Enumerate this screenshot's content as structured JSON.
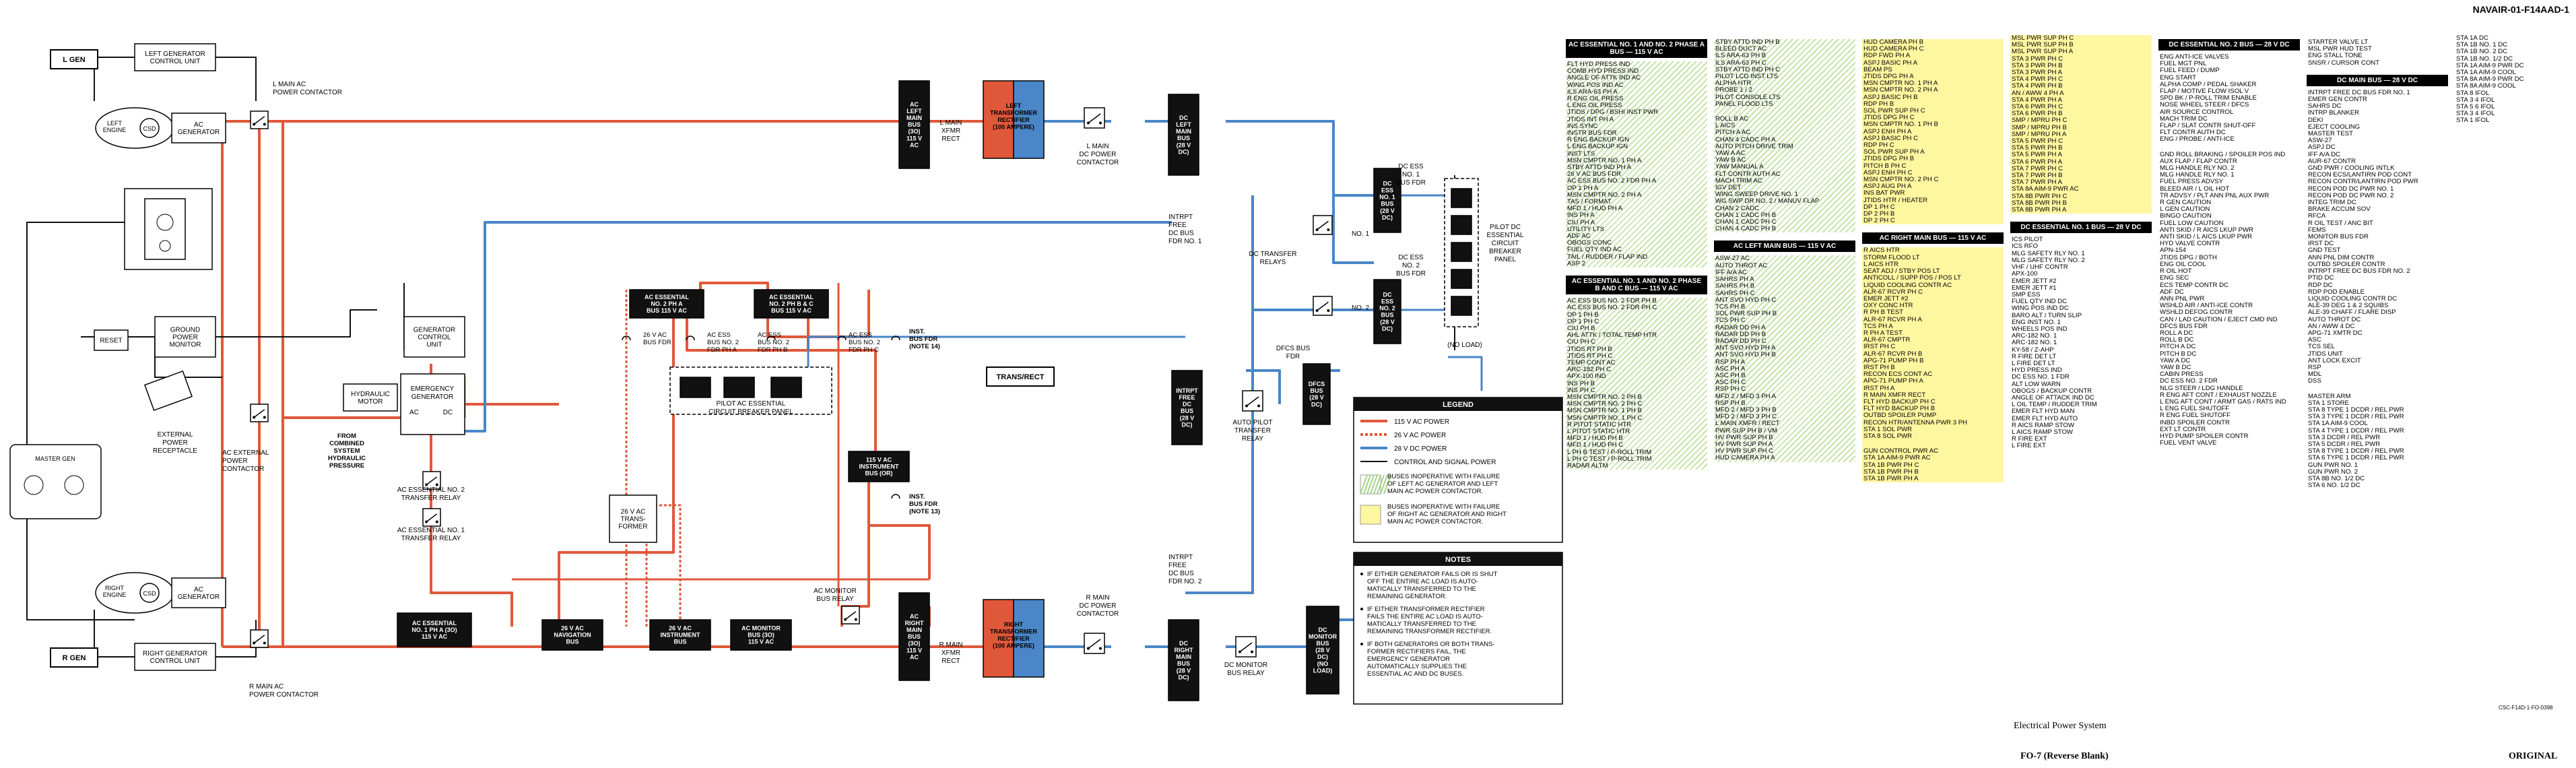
{
  "doc_id": "NAVAIR-01-F14AAD-1",
  "footer": {
    "title": "Electrical Power System",
    "fo": "FO-7 (Reverse Blank)",
    "original": "ORIGINAL",
    "code": "CSC-F14D-1-FO-0398"
  },
  "colors": {
    "ac115": "#e0583a",
    "dc28": "#4a86c8",
    "rectifier_left": "#e0583a",
    "rectifier_right": "#4a86c8",
    "hatch": "#a7d48a",
    "yellow": "#fff6a0"
  },
  "diagram": {
    "l_gen": "L GEN",
    "r_gen": "R GEN",
    "left_gcu": [
      "LEFT GENERATOR",
      "CONTROL UNIT"
    ],
    "right_gcu": [
      "RIGHT GENERATOR",
      "CONTROL UNIT"
    ],
    "left_engine": [
      "LEFT",
      "ENGINE"
    ],
    "right_engine": [
      "RIGHT",
      "ENGINE"
    ],
    "csd": "CSD",
    "ac_generator": [
      "AC",
      "GENERATOR"
    ],
    "l_main_contactor": [
      "L MAIN AC",
      "POWER CONTACTOR"
    ],
    "r_main_contactor": [
      "R MAIN AC",
      "POWER CONTACTOR"
    ],
    "reset": "RESET",
    "gpm": [
      "GROUND",
      "POWER",
      "MONITOR"
    ],
    "ext_receptacle": [
      "EXTERNAL",
      "POWER",
      "RECEPTACLE"
    ],
    "ac_ext_contactor": [
      "AC EXTERNAL",
      "POWER",
      "CONTACTOR"
    ],
    "master_gen": "MASTER GEN",
    "gen_control_unit": [
      "GENERATOR",
      "CONTROL",
      "UNIT"
    ],
    "hyd_motor": [
      "HYDRAULIC",
      "MOTOR"
    ],
    "emergency_gen": [
      "EMERGENCY",
      "GENERATOR"
    ],
    "ac_dc": [
      "AC",
      "DC"
    ],
    "from_combined": [
      "FROM",
      "COMBINED",
      "SYSTEM",
      "HYDRAULIC",
      "PRESSURE"
    ],
    "ac_ess_1_relay": [
      "AC ESSENTIAL NO. 1",
      "TRANSFER RELAY"
    ],
    "ac_ess_2_relay": [
      "AC ESSENTIAL NO. 2",
      "TRANSFER RELAY"
    ],
    "ac_ess_no2_bus": [
      "AC ESSENTIAL",
      "NO. 2 PH A",
      "BUS 115 V AC"
    ],
    "ac_ess_no2_phbc": [
      "AC ESSENTIAL",
      "NO. 2 PH B & C",
      "BUS 115 V AC"
    ],
    "v26_bus_fdr": [
      "26 V AC",
      "BUS FDR"
    ],
    "ac_ess_bus_2_a": [
      "AC ESS",
      "BUS NO. 2",
      "FDR PH A"
    ],
    "ac_ess_bus_2_b": [
      "AC ESS",
      "BUS NO. 2",
      "FDR PH B"
    ],
    "ac_ess_bus_2_c": [
      "AC ESS",
      "BUS NO. 2",
      "FDR PH C"
    ],
    "inst_bus_fdr_14": [
      "INST.",
      "BUS FDR",
      "(NOTE 14)"
    ],
    "pilot_ac_panel": [
      "PILOT AC ESSENTIAL",
      "CIRCUIT BREAKER PANEL"
    ],
    "v115_inst_bus": [
      "115 V AC",
      "INSTRUMENT",
      "BUS (OR)"
    ],
    "inst_bus_fdr_13": [
      "INST.",
      "BUS FDR",
      "(NOTE 13)"
    ],
    "transformer": [
      "26 V AC",
      "TRANS-",
      "FORMER"
    ],
    "ac_ess_no1_bus": [
      "AC ESSENTIAL",
      "NO. 1 PH A (3O)",
      "115 V AC"
    ],
    "nav_bus": [
      "26 V AC",
      "NAVIGATION",
      "BUS"
    ],
    "inst_bus_26": [
      "26 V AC",
      "INSTRUMENT",
      "BUS"
    ],
    "ac_monitor_bus": [
      "AC MONITOR",
      "BUS (3O)",
      "115 V AC"
    ],
    "ac_monitor_relay": [
      "AC MONITOR",
      "BUS RELAY"
    ],
    "ac_left_main": [
      "AC",
      "LEFT",
      "MAIN",
      "BUS",
      "(3O)",
      "115 V",
      "AC"
    ],
    "ac_right_main": [
      "AC",
      "RIGHT",
      "MAIN",
      "BUS",
      "(3O)",
      "115 V",
      "AC"
    ],
    "l_main_xfmr": [
      "L MAIN",
      "XFMR",
      "RECT"
    ],
    "r_main_xfmr": [
      "R MAIN",
      "XFMR",
      "RECT"
    ],
    "left_trans_rect": [
      "LEFT",
      "TRANSFORMER",
      "RECTIFIER",
      "(100 AMPERE)"
    ],
    "right_trans_rect": [
      "RIGHT",
      "TRANSFORMER",
      "RECTIFIER",
      "(100 AMPERE)"
    ],
    "l_main_dc_contactor": [
      "L MAIN",
      "DC POWER",
      "CONTACTOR"
    ],
    "r_main_dc_contactor": [
      "R MAIN",
      "DC POWER",
      "CONTACTOR"
    ],
    "dc_left_main": [
      "DC",
      "LEFT",
      "MAIN",
      "BUS",
      "(28 V",
      "DC)"
    ],
    "dc_right_main": [
      "DC",
      "RIGHT",
      "MAIN",
      "BUS",
      "(28 V",
      "DC)"
    ],
    "intrpt_fdr_1": [
      "INTRPT",
      "FREE",
      "DC BUS",
      "FDR NO. 1"
    ],
    "intrpt_fdr_2": [
      "INTRPT",
      "FREE",
      "DC BUS",
      "FDR NO. 2"
    ],
    "dc_ess_1_bus": [
      "DC",
      "ESS",
      "NO. 1",
      "BUS",
      "(28 V",
      "DC)"
    ],
    "dc_ess_2_bus": [
      "DC",
      "ESS",
      "NO. 2",
      "BUS",
      "(28 V",
      "DC)"
    ],
    "dc_ess_fdr_1": [
      "DC ESS",
      "NO. 1",
      "BUS FDR"
    ],
    "dc_ess_fdr_2": [
      "DC ESS",
      "NO. 2",
      "BUS FDR"
    ],
    "dc_transfer_relays": [
      "DC TRANSFER",
      "RELAYS"
    ],
    "no1": "NO. 1",
    "no2": "NO. 2",
    "pilot_dc_panel": [
      "PILOT DC",
      "ESSENTIAL",
      "CIRCUIT",
      "BREAKER",
      "PANEL"
    ],
    "no_load": "(NO LOAD)",
    "dfcs_bus_fdr": [
      "DFCS BUS",
      "FDR"
    ],
    "trans_rect": "TRANS/RECT",
    "intrpt_free_bus": [
      "INTRPT",
      "FREE",
      "DC",
      "BUS",
      "(28 V",
      "DC)"
    ],
    "auto_pilot_relay": [
      "AUTO PILOT",
      "TRANSFER",
      "RELAY"
    ],
    "dfcs_bus": [
      "DFCS",
      "BUS",
      "(28 V",
      "DC)"
    ],
    "dc_monitor_relay": [
      "DC MONITOR",
      "BUS RELAY"
    ],
    "dc_monitor_bus": [
      "DC",
      "MONITOR",
      "BUS",
      "(28 V",
      "DC)",
      "(NO",
      "LOAD)"
    ],
    "legend": {
      "title": "LEGEND",
      "items": [
        "115 V AC POWER",
        "26 V AC POWER",
        "28 V DC POWER",
        "CONTROL AND SIGNAL POWER"
      ],
      "hatch_text": [
        "BUSES INOPERATIVE WITH FAILURE",
        "OF LEFT AC GENERATOR AND LEFT",
        "MAIN AC POWER CONTACTOR."
      ],
      "yellow_text": [
        "BUSES INOPERATIVE WITH FAILURE",
        "OF RIGHT AC GENERATOR AND RIGHT",
        "MAIN AC POWER CONTACTOR."
      ]
    },
    "notes": {
      "title": "NOTES",
      "items": [
        [
          "IF EITHER GENERATOR FAILS OR IS SHUT",
          "OFF THE ENTIRE AC LOAD IS AUTO-",
          "MATICALLY TRANSFERRED TO THE",
          "REMAINING GENERATOR."
        ],
        [
          "IF EITHER TRANSFORMER RECTIFIER",
          "FAILS THE ENTIRE AC LOAD IS AUTO-",
          "MATICALLY TRANSFERRED TO THE",
          "REMAINING TRANSFORMER RECTIFIER."
        ],
        [
          "IF BOTH GENERATORS OR BOTH TRANS-",
          "FORMER RECTIFIERS FAIL, THE",
          "EMERGENCY GENERATOR",
          "AUTOMATICALLY SUPPLIES THE",
          "ESSENTIAL AC AND DC BUSES."
        ]
      ]
    }
  },
  "load_columns": [
    {
      "blocks": [
        {
          "header": "AC ESSENTIAL NO. 1 AND NO. 2 PHASE A BUS — 115 V AC",
          "style": "hatch",
          "items": [
            "FLT HYD PRESS IND",
            "COMB HYD PRESS IND",
            "ANGLE OF ATTK IND AC",
            "WING POS IND AC",
            "ILS ARA-63 PH A",
            "R ENG OIL PRESS",
            "L ENG OIL PRESS",
            "JTIDS / DPG / BSHI INST PWR",
            "JTIDS INT PH A",
            "INS SYNC",
            "INSTR BUS FDR",
            "R ENG BACKUP IGN",
            "L ENG BACKUP IGN",
            "INST LTS",
            "MSN CMPTR NO. 1 PH A",
            "STBY ATTD IND PH A",
            "26 V AC BUS FDR",
            "AC ESS BUS NO. 2 FDR PH A",
            "OP 1 PH A",
            "MSN CMPTR NO. 2 PH A",
            "TAS / FORMAT",
            "MFD 1 / HUD PH A",
            "INS PH A",
            "CIU PH A",
            "UTILITY LTS",
            "ADF AC",
            "OBOGS CONC",
            "FUEL QTY IND AC",
            "TAIL / RUDDER / FLAP IND",
            "ASP 2"
          ]
        },
        {
          "header": "AC ESSENTIAL NO. 1 AND NO. 2 PHASE B AND C BUS — 115 V AC",
          "style": "hatch",
          "items": [
            "AC ESS BUS NO. 2 FDR PH B",
            "AC ESS BUS NO. 2 FDR PH C",
            "OP 1 PH B",
            "OP 1 PH C",
            "CIU PH B",
            "AHL ATTK / TOTAL TEMP HTR",
            "CIU PH C",
            "JTIDS RT PH B",
            "JTIDS RT PH C",
            "TEMP CONT AC",
            "ARC-182 PH C",
            "APX-100 IND",
            "INS PH B",
            "INS PH C",
            "MSN CMPTR NO. 2 PH B",
            "MSN CMPTR NO. 2 PH C",
            "MSN CMPTR NO. 1 PH B",
            "MSN CMPTR NO. 1 PH C",
            "R PITOT STATIC HTR",
            "L PITOT STATIC HTR",
            "MFD 1 / HUD PH B",
            "MFD 1 / HUD PH C",
            "L PH B TEST / P-ROLL TRIM",
            "L PH C TEST / P-ROLL TRIM",
            "RADAR ALTM"
          ]
        }
      ]
    },
    {
      "blocks": [
        {
          "header": "",
          "style": "hatch",
          "items": [
            "STBY ATTD IND PH B",
            "BLEED DUCT AC",
            "ILS ARA-63 PH B",
            "ILS ARA-63 PH C",
            "STBY ATTD IND PH C",
            "PILOT LCD INST LTS",
            "ALPHA HTR",
            "PROBE 1 / 2",
            "PILOT CONSOLE LTS",
            "PANEL FLOOD LTS",
            "",
            "ROLL B AC",
            "L AICS",
            "PITCH A AC",
            "CHAN 4 CADC PH A",
            "AUTO PITCH DRIVE TRIM",
            "YAW A AC",
            "YAW B AC",
            "YAW MANUAL A",
            "FLT CONTR AUTH AC",
            "MACH TRIM AC",
            "IGV DET",
            "WING SWEEP DRIVE NO. 1",
            "WG SWP DR NO. 2 / MANUV FLAP",
            "CHAN 2 CADC",
            "CHAN 1 CADC PH B",
            "CHAN 1 CADC PH C",
            "CHAN 4 CADC PH B"
          ]
        },
        {
          "header": "AC LEFT MAIN BUS — 115 V AC",
          "style": "hatch",
          "items": [
            "ASW-27 AC",
            "AUTO THROT AC",
            "IFF A/A AC",
            "SAHRS PH A",
            "SAHRS PH B",
            "SAHRS PH C",
            "ANT SVO HYD PH C",
            "TCS PH B",
            "SOL PWR SUP PH B",
            "TCS PH C",
            "RADAR DD PH A",
            "RADAR DD PH B",
            "RADAR DD PH C",
            "ANT SVO HYD PH A",
            "ANT SVO HYD PH B",
            "RSP PH A",
            "ASC PH A",
            "ASC PH B",
            "ASC PH C",
            "RSP PH C",
            "MFD 2 / MFD 3 PH A",
            "RSP PH B",
            "MFD 2 / MFD 3 PH B",
            "MFD 2 / MFD 3 PH C",
            "L MAIN XMFR / RECT",
            "PWR SUP PH B / VM",
            "HV PWR SUP PH B",
            "HV PWR SUP PH A",
            "HV PWR SUP PH C",
            "HUD CAMERA PH A"
          ]
        }
      ]
    },
    {
      "blocks": [
        {
          "header": "",
          "style": "yellow",
          "items": [
            "HUD CAMERA PH B",
            "HUD CAMERA PH C",
            "RDP FWD PH A",
            "ASPJ BASIC PH A",
            "BEAM PS",
            "JTIDS DPG PH A",
            "MSN CMPTR NO. 1 PH A",
            "MSN CMPTR NO. 2 PH A",
            "ASPJ BASIC PH B",
            "RDP PH B",
            "SOL PWR SUP PH C",
            "JTIDS DPG PH C",
            "MSN CMPTR NO. 1 PH B",
            "ASPJ ENH PH A",
            "ASPJ BASIC PH C",
            "RDP PH C",
            "SOL PWR SUP PH A",
            "JTIDS DPG PH B",
            "PITCH B PH C",
            "ASPJ ENH PH C",
            "MSN CMPTR NO. 2 PH C",
            "ASPJ AUG PH A",
            "INS BAT PWR",
            "JTIDS HTR / HEATER",
            "DP 1 PH C",
            "DP 2 PH B",
            "DP 2 PH C"
          ]
        },
        {
          "header": "AC RIGHT MAIN BUS — 115 V AC",
          "style": "yellow",
          "items": [
            "R AICS HTR",
            "STORM FLOOD LT",
            "L AICS HTR",
            "SEAT ADJ / STBY POS LT",
            "ANTICOLL / SUPP POS / POS LT",
            "LIQUID COOLING CONTR AC",
            "ALR-67 RCVR PH C",
            "EMER JETT #2",
            "OXY CONC HTR",
            "R PH B TEST",
            "ALR-67 RCVR PH A",
            "TCS PH A",
            "R PH A TEST",
            "ALR-67 CMPTR",
            "IRST PH C",
            "ALR-67 RCVR PH B",
            "APG-71 PUMP PH B",
            "IRST PH B",
            "RECON ECS CONT AC",
            "APG-71 PUMP PH A",
            "IRST PH A",
            "R MAIN XMFR RECT",
            "FLT HYD BACKUP PH C",
            "FLT HYD BACKUP PH B",
            "OUTBD SPOILER PUMP",
            "RECON HTR/ANTENNA PWR 3 PH",
            "STA 1 SOL PWR",
            "STA 8 SOL PWR",
            "",
            "GUN CONTROL PWR AC",
            "STA 1A AIM-9 PWR AC",
            "STA 1B PWR PH C",
            "STA 1B PWR PH B",
            "STA 1B PWR PH A"
          ]
        }
      ]
    },
    {
      "blocks": [
        {
          "header": "",
          "style": "yellow",
          "items": [
            "MSL PWR SUP PH C",
            "MSL PWR SUP PH B",
            "MSL PWR SUP PH A",
            "STA 3 PWR PH C",
            "STA 3 PWR PH B",
            "STA 3 PWR PH A",
            "STA 4 PWR PH C",
            "STA 4 PWR PH B",
            "AN / AWW 4 PH A",
            "STA 4 PWR PH A",
            "STA 6 PWR PH C",
            "STA 6 PWR PH B",
            "SMP / MPRU PH C",
            "SMP / MPRU PH B",
            "SMP / MPRU PH A",
            "STA 5 PWR PH C",
            "STA 5 PWR PH B",
            "STA 5 PWR PH A",
            "STA 6 PWR PH A",
            "STA 7 PWR PH C",
            "STA 7 PWR PH B",
            "STA 7 PWR PH A",
            "STA 8A AIM-9 PWR AC",
            "STA 8B PWR PH C",
            "STA 8B PWR PH B",
            "STA 8B PWR PH A"
          ]
        },
        {
          "header": "DC ESSENTIAL NO. 1 BUS — 28 V DC",
          "style": "plain",
          "items": [
            "ICS PILOT",
            "ICS RFO",
            "MLG SAFETY RLY NO. 1",
            "MLG SAFETY RLY NO. 2",
            "VHF / UHF CONTR",
            "APX-100",
            "EMER JETT #2",
            "EMER JETT #1",
            "SMP ESS",
            "FUEL QTY IND DC",
            "WING POS IND DC",
            "BARO ALT / TURN SLIP",
            "ENG INST NO. 1",
            "WHEELS POS IND",
            "ARC-182 NO. 1",
            "ARC-182 NO. 1",
            "KY-58 / Z-AHP",
            "R FIRE DET LT",
            "L FIRE DET LT",
            "HYD PRESS IND",
            "DC ESS NO. 1 FDR",
            "ALT LOW WARN",
            "OBOGS / BACKUP CONTR",
            "ANGLE OF ATTACK IND DC",
            "L OIL TEMP / RUDDER TRIM",
            "EMER FLT HYD MAN",
            "EMER FLT HYD AUTO",
            "R AICS RAMP STOW",
            "L AICS RAMP STOW",
            "R FIRE EXT",
            "L FIRE EXT"
          ]
        }
      ]
    },
    {
      "blocks": [
        {
          "header": "DC ESSENTIAL NO. 2 BUS — 28 V DC",
          "style": "plain",
          "items": [
            "ENG ANTI-ICE VALVES",
            "FUEL MGT PNL",
            "FUEL FEED / DUMP",
            "ENG START",
            "ALPHA COMP / PEDAL SHAKER",
            "FLAP / MOTIVE FLOW ISOL V",
            "SPD BK / P-ROLL TRIM ENABLE",
            "NOSE WHEEL STEER / DFCS",
            "AIR SOURCE CONTROL",
            "MACH TRIM DC",
            "FLAP / SLAT CONTR SHUT-OFF",
            "FLT CONTR AUTH DC",
            "ENG / PROBE / ANTI-ICE",
            "",
            "GND ROLL BRAKING / SPOILER POS IND",
            "AUX FLAP / FLAP CONTR",
            "MLG HANDLE RLY NO. 2",
            "MLG HANDLE RLY NO. 1",
            "FUEL PRESS ADVSY",
            "BLEED AIR / L OIL HOT",
            "TR ADVSY / PLT ANN PNL AUX PWR",
            "R GEN CAUTION",
            "L GEN CAUTION",
            "BINGO CAUTION",
            "FUEL LOW CAUTION",
            "ANTI SKID / R AICS LKUP PWR",
            "ANTI SKID / L AICS LKUP PWR",
            "HYD VALVE CONTR",
            "APN-154",
            "JTIDS DPG / BOTH",
            "ENG OIL COOL",
            "R OIL HOT",
            "ENG SEC",
            "ECS TEMP CONTR DC",
            "ADF DC",
            "ANN PNL PWR",
            "WSHLD AIR / ANTI-ICE CONTR",
            "WSHLD DEFOG CONTR",
            "CAN / LAD CAUTION / EJECT CMD IND",
            "DFCS BUS FDR",
            "ROLL A DC",
            "ROLL B DC",
            "PITCH A DC",
            "PITCH B DC",
            "YAW A DC",
            "YAW B DC",
            "CABIN PRESS",
            "DC ESS NO. 2 FDR",
            "NLG STEER / LDG HANDLE",
            "R ENG AFT CONT / EXHAUST NOZZLE",
            "L ENG AFT CONT / ARMT GAS / RATS IND",
            "L ENG FUEL SHUTOFF",
            "R ENG FUEL SHUTOFF",
            "INBD SPOILER CONTR",
            "EXT LT CONTR",
            "HYD PUMP SPOILER CONTR",
            "FUEL VENT VALVE"
          ]
        }
      ]
    },
    {
      "blocks": [
        {
          "header": "",
          "style": "plain",
          "items": [
            "STARTER VALVE LT",
            "MSL PWR HUD TEST",
            "ENG STALL TONE",
            "SNSR / CURSOR CONT"
          ]
        },
        {
          "header": "DC MAIN BUS — 28 V DC",
          "style": "plain",
          "items": [
            "INTRPT FREE DC BUS FDR NO. 1",
            "EMER GEN CONTR",
            "SAHRS DC",
            "INTRP BLANKER",
            "DEKI",
            "EJECT COOLING",
            "MASTER TEST",
            "ASW-27",
            "ASPJ DC",
            "IFF A/A DC",
            "AUR-67 CONTR",
            "GND PWR / COOLING INTLK",
            "RECON ECS/LANTIRN POD CONT",
            "RECON CONTR/LANTIRN POD PWR",
            "RECON POD DC PWR NO. 1",
            "RECON POD DC PWR NO. 2",
            "INTEG TRIM DC",
            "BRAKE ACCUM SOV",
            "RFCA",
            "R OIL TEST / ANC BIT",
            "FEMS",
            "MONITOR BUS FDR",
            "IRST DC",
            "GND TEST",
            "ANN PNL DIM CONTR",
            "OUTBD SPOILER CONTR",
            "INTRPT FREE DC BUS FDR NO. 2",
            "PTID DC",
            "RDP DC",
            "RDP POD ENABLE",
            "LIQUID COOLING CONTR DC",
            "ALE-39 DEG 1 & 2 SQUIBS",
            "ALE-39 CHAFF / FLARE DISP",
            "AUTO THROT DC",
            "AN / AWW 4 DC",
            "APG-71 XMTR DC",
            "ASC",
            "TCS SEL",
            "JTIDS UNIT",
            "ANT LOCK EXCIT",
            "RSP",
            "MDL",
            "DSS",
            "",
            "MASTER ARM",
            "STA 1 STORE",
            "STA 8 TYPE 1 DCDR / REL PWR",
            "STA 3 TYPE 1 DCDR / REL PWR",
            "STA 1A AIM-9 COOL",
            "STA 4 TYPE 1 DCDR / REL PWR",
            "STA 3 DCDR / REL PWR",
            "STA 5 DCDR / REL PWR",
            "STA 8 TYPE 1 DCDR / REL PWR",
            "STA 6 TYPE 1 DCDR / REL PWR",
            "GUN PWR NO. 1",
            "GUN PWR NO. 2",
            "STA 8B NO. 1/2 DC",
            "STA 6 NO. 1/2 DC"
          ]
        }
      ]
    },
    {
      "blocks": [
        {
          "header": "",
          "style": "plain",
          "items": [
            "STA 1A DC",
            "STA 1B NO. 1 DC",
            "STA 1B NO. 2 DC",
            "STA 1B NO. 1/2 DC",
            "STA 1A AIM-9 PWR DC",
            "STA 1A AIM-9 COOL",
            "STA 8A AIM-9 PWR DC",
            "STA 8A AIM-9 COOL",
            "STA 8 IFOL",
            "STA 3 4 IFOL",
            "STA 5 6 IFOL",
            "STA 3 4 IFOL",
            "STA 1 IFOL"
          ]
        }
      ]
    }
  ]
}
